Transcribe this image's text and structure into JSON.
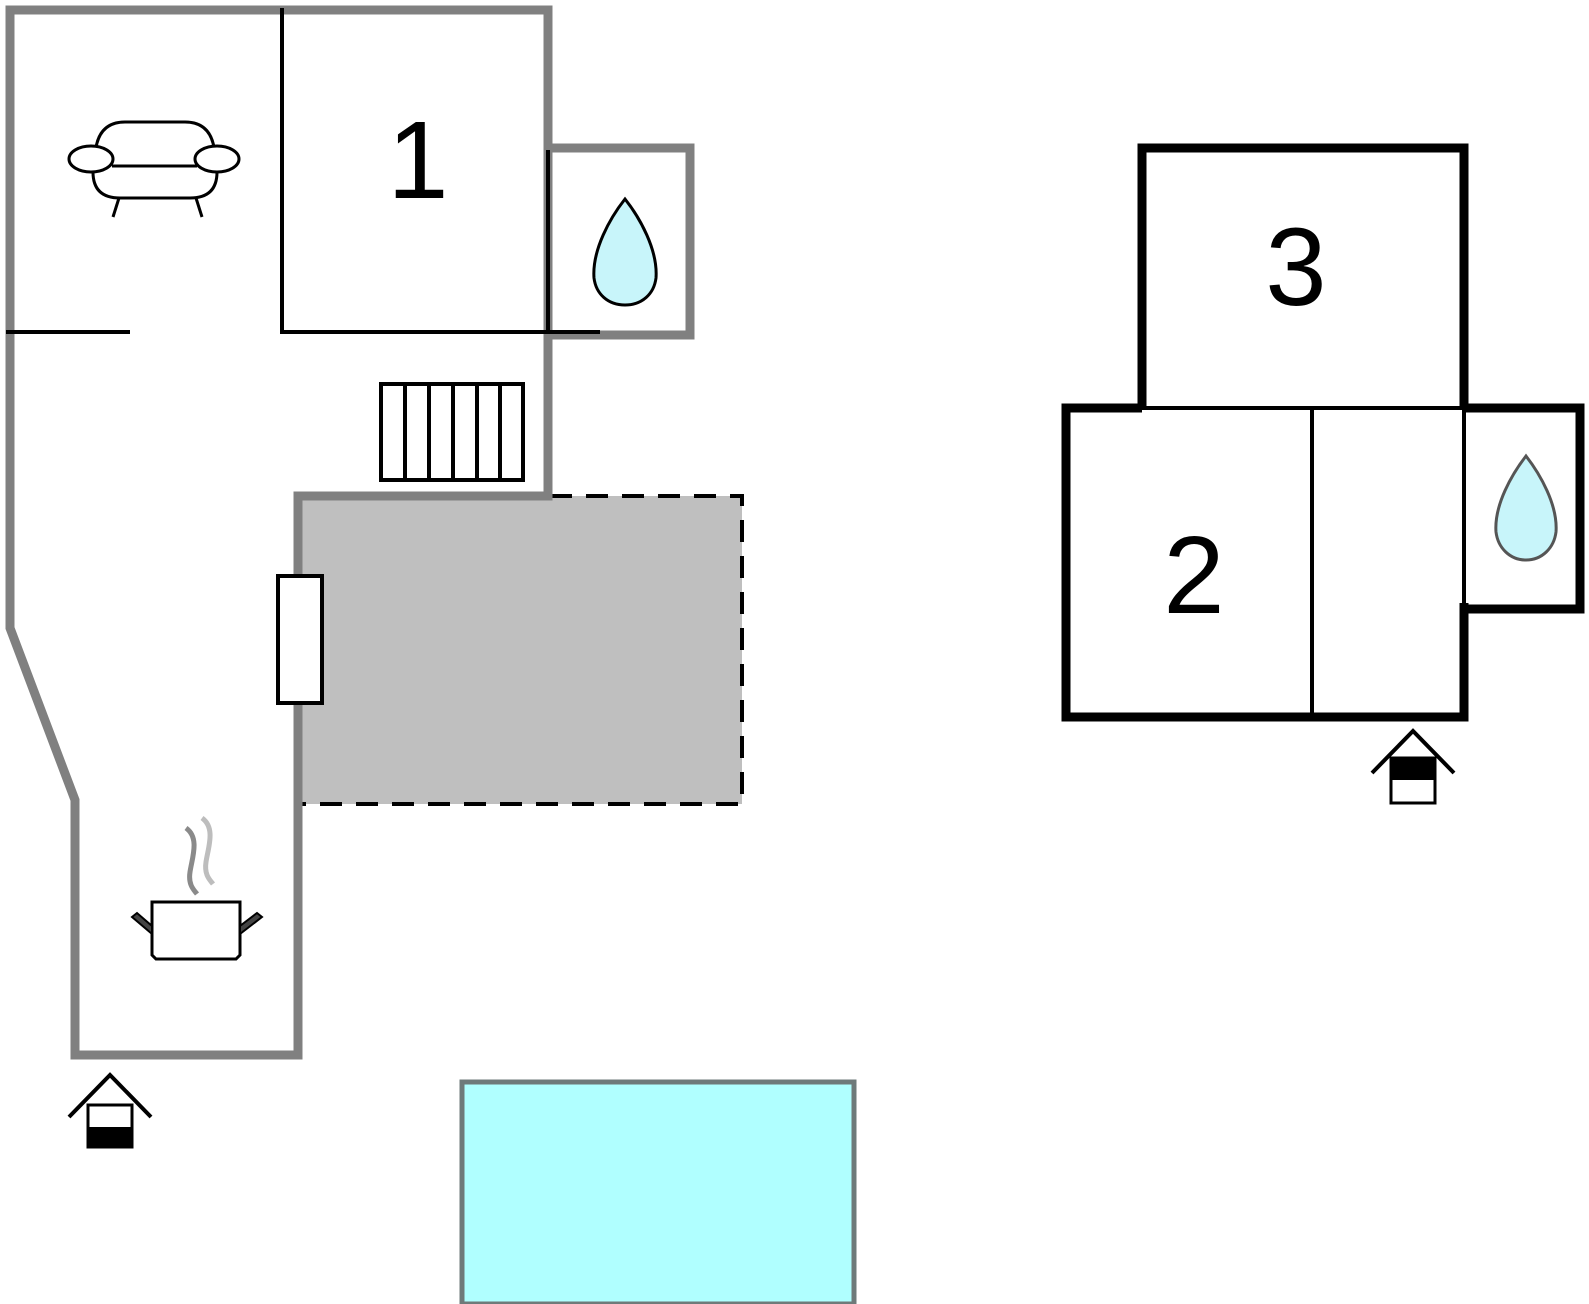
{
  "rooms": {
    "room_1": "1",
    "room_2": "2",
    "room_3": "3"
  },
  "icons": [
    "sofa-icon",
    "bathroom-water-drop-icon",
    "stairs-icon",
    "kitchen-pot-icon",
    "entrance-house-icon",
    "pool"
  ],
  "colors": {
    "ground_floor_wall": "#808080",
    "annex_wall": "#000000",
    "terrace_fill": "#bfbfbf",
    "pool_fill": "#b0ffff",
    "pool_border": "#6e7a7a",
    "water_drop_fill": "#c8f5fa"
  }
}
